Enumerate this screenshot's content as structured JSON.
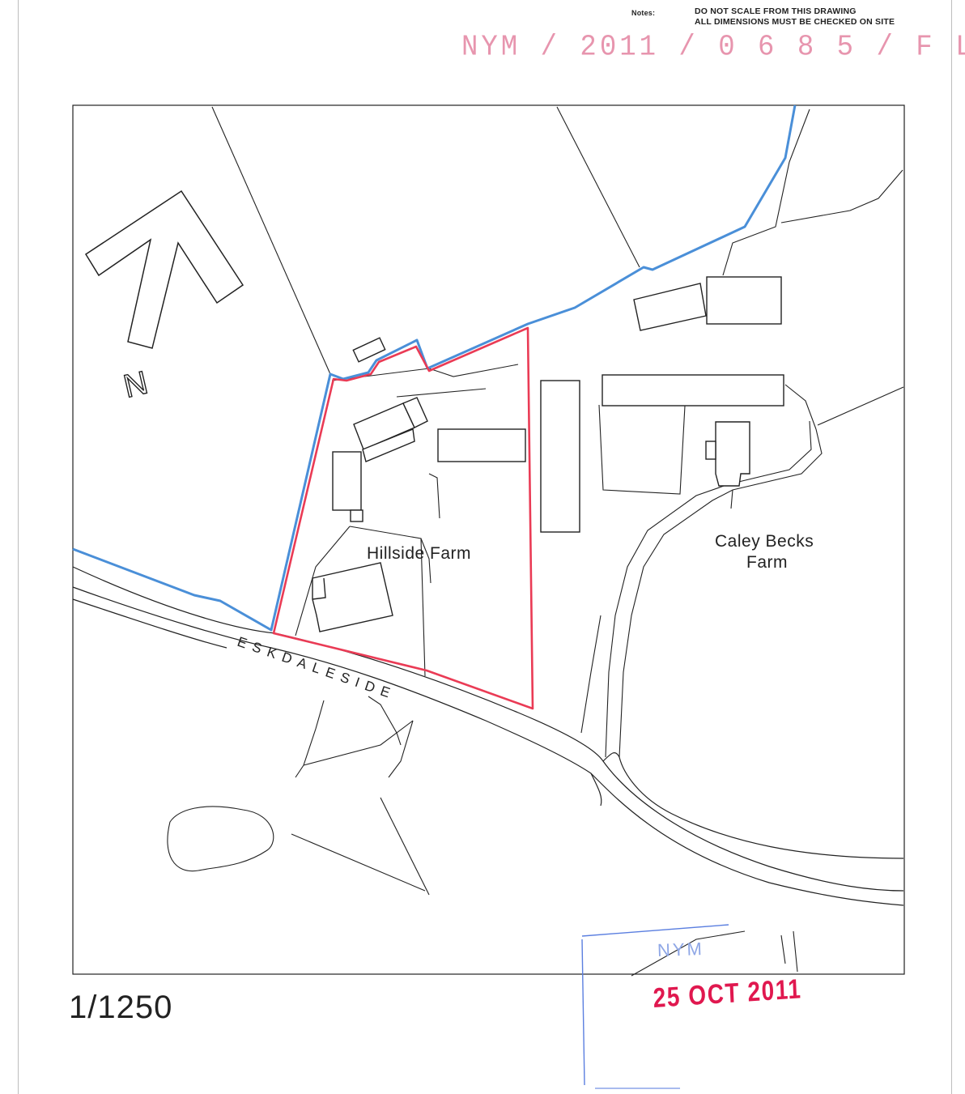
{
  "notes": {
    "label": "Notes:",
    "line1": "DO NOT SCALE FROM THIS DRAWING",
    "line2": "ALL DIMENSIONS MUST BE CHECKED ON SITE"
  },
  "reference_stamp": "NYM / 2011 / 0 6 8 5 / F L",
  "north_label": "N",
  "labels": {
    "hillside_farm": "Hillside Farm",
    "caley_becks_line1": "Caley Becks",
    "caley_becks_line2": "Farm",
    "road": "ESKDALESIDE"
  },
  "scale": "1/1250",
  "received_stamp": {
    "partial_text": "NYM",
    "date": "25 OCT 2011"
  },
  "colors": {
    "site_boundary": "#ea3b55",
    "ownership_boundary": "#4a8fd8",
    "linework": "#222222",
    "date_stamp": "#e0184f",
    "reference_stamp": "#e58aa6",
    "received_box": "#5b7fe0"
  }
}
